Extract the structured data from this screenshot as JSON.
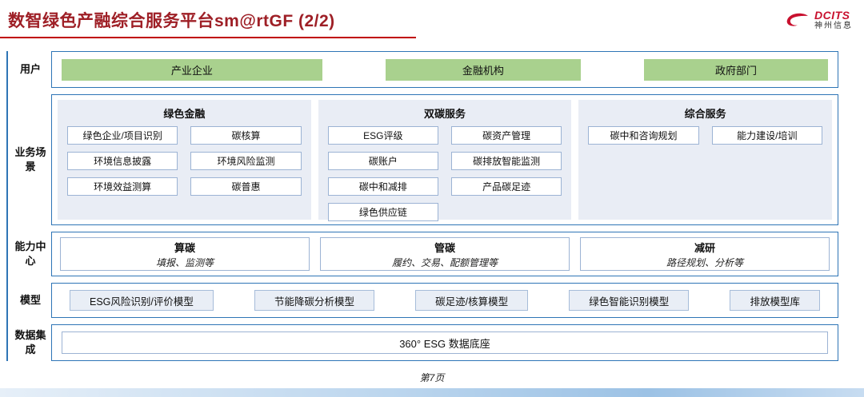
{
  "header": {
    "title": "数智绿色产融综合服务平台sm@rtGF (2/2)",
    "logo": {
      "brand": "DCITS",
      "sub": "神州信息"
    }
  },
  "rows": {
    "users": {
      "label": "用户",
      "items": [
        "产业企业",
        "金融机构",
        "政府部门"
      ]
    },
    "scenarios": {
      "label": "业务场景",
      "columns": [
        {
          "title": "绿色金融",
          "items": [
            "绿色企业/项目识别",
            "碳核算",
            "环境信息披露",
            "环境风险监测",
            "环境效益测算",
            "碳普惠"
          ]
        },
        {
          "title": "双碳服务",
          "items": [
            "ESG评级",
            "碳资产管理",
            "碳账户",
            "碳排放智能监测",
            "碳中和减排",
            "产品碳足迹",
            "绿色供应链"
          ]
        },
        {
          "title": "综合服务",
          "items": [
            "碳中和咨询规划",
            "能力建设/培训"
          ]
        }
      ]
    },
    "capabilities": {
      "label": "能力中心",
      "items": [
        {
          "title": "算碳",
          "desc": "填报、监测等"
        },
        {
          "title": "管碳",
          "desc": "履约、交易、配额管理等"
        },
        {
          "title": "减研",
          "desc": "路径规划、分析等"
        }
      ]
    },
    "models": {
      "label": "模型",
      "items": [
        "ESG风险识别/评价模型",
        "节能降碳分析模型",
        "碳足迹/核算模型",
        "绿色智能识别模型",
        "排放模型库"
      ]
    },
    "data_integration": {
      "label": "数据集成",
      "items": [
        "360° ESG 数据底座"
      ]
    }
  },
  "footer": {
    "page": "第7页"
  },
  "colors": {
    "title_red": "#9E1F26",
    "rule_red": "#C00000",
    "border_blue": "#2E75B6",
    "panel_blue": "#E9EDF5",
    "box_green": "#A9D18E",
    "logo_red": "#C8102E"
  }
}
